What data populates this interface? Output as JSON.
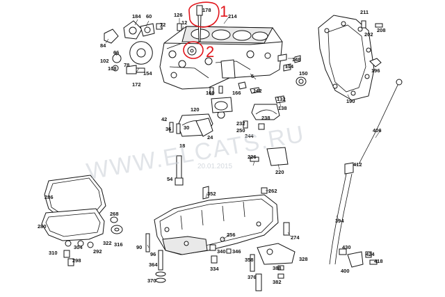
{
  "diagram": {
    "callouts": [
      {
        "label": "184"
      },
      {
        "label": "60"
      },
      {
        "label": "126"
      },
      {
        "label": "178"
      },
      {
        "label": "214"
      },
      {
        "label": "72"
      },
      {
        "label": "12"
      },
      {
        "label": "84"
      },
      {
        "label": "66"
      },
      {
        "label": "102"
      },
      {
        "label": "108"
      },
      {
        "label": "78"
      },
      {
        "label": "154"
      },
      {
        "label": "172"
      },
      {
        "label": "148"
      },
      {
        "label": "114"
      },
      {
        "label": "6"
      },
      {
        "label": "142"
      },
      {
        "label": "160"
      },
      {
        "label": "166"
      },
      {
        "label": "132"
      },
      {
        "label": "138"
      },
      {
        "label": "150"
      },
      {
        "label": "190"
      },
      {
        "label": "211"
      },
      {
        "label": "202"
      },
      {
        "label": "208"
      },
      {
        "label": "196"
      },
      {
        "label": "120"
      },
      {
        "label": "42"
      },
      {
        "label": "36"
      },
      {
        "label": "30"
      },
      {
        "label": "24"
      },
      {
        "label": "18"
      },
      {
        "label": "232"
      },
      {
        "label": "250"
      },
      {
        "label": "244"
      },
      {
        "label": "238"
      },
      {
        "label": "406"
      },
      {
        "label": "412"
      },
      {
        "label": "226"
      },
      {
        "label": "220"
      },
      {
        "label": "54"
      },
      {
        "label": "352"
      },
      {
        "label": "262"
      },
      {
        "label": "286"
      },
      {
        "label": "268"
      },
      {
        "label": "280"
      },
      {
        "label": "256"
      },
      {
        "label": "394"
      },
      {
        "label": "322"
      },
      {
        "label": "316"
      },
      {
        "label": "90"
      },
      {
        "label": "274"
      },
      {
        "label": "310"
      },
      {
        "label": "304"
      },
      {
        "label": "292"
      },
      {
        "label": "298"
      },
      {
        "label": "340"
      },
      {
        "label": "346"
      },
      {
        "label": "96"
      },
      {
        "label": "358"
      },
      {
        "label": "328"
      },
      {
        "label": "430"
      },
      {
        "label": "424"
      },
      {
        "label": "418"
      },
      {
        "label": "364"
      },
      {
        "label": "334"
      },
      {
        "label": "388"
      },
      {
        "label": "400"
      },
      {
        "label": "370"
      },
      {
        "label": "376"
      },
      {
        "label": "382"
      }
    ],
    "annotations": {
      "mark_1": "1",
      "mark_2": "2"
    },
    "watermark": {
      "text": "WWW.ELCATS.RU",
      "date": "20.01.2015"
    },
    "colors": {
      "annotation": "#e1141a",
      "line": "#111111",
      "watermark": "#c9cfd6"
    }
  }
}
